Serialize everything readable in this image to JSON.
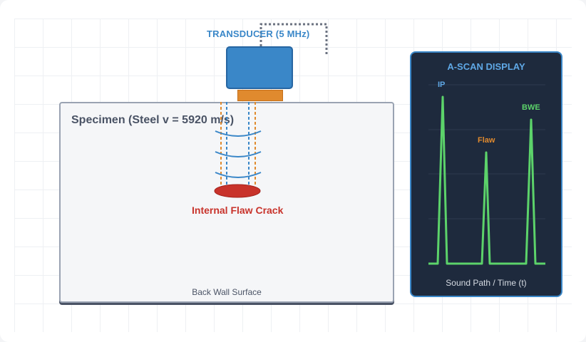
{
  "transducer": {
    "label": "TRANSDUCER (5 MHz)"
  },
  "specimen": {
    "label": "Specimen (Steel v = 5920 m/s)",
    "backwall_label": "Back Wall Surface"
  },
  "flaw": {
    "label": "Internal Flaw Crack"
  },
  "ascan": {
    "title": "A-SCAN DISPLAY",
    "axis_label": "Sound Path / Time (t)",
    "peaks": {
      "ip": "IP",
      "flaw": "Flaw",
      "bwe": "BWE"
    }
  },
  "colors": {
    "transducer": "#3a87c8",
    "crystal": "#e08a2e",
    "flaw": "#c8332b",
    "signal": "#5cd36a",
    "panel": "#1e2a3d"
  }
}
